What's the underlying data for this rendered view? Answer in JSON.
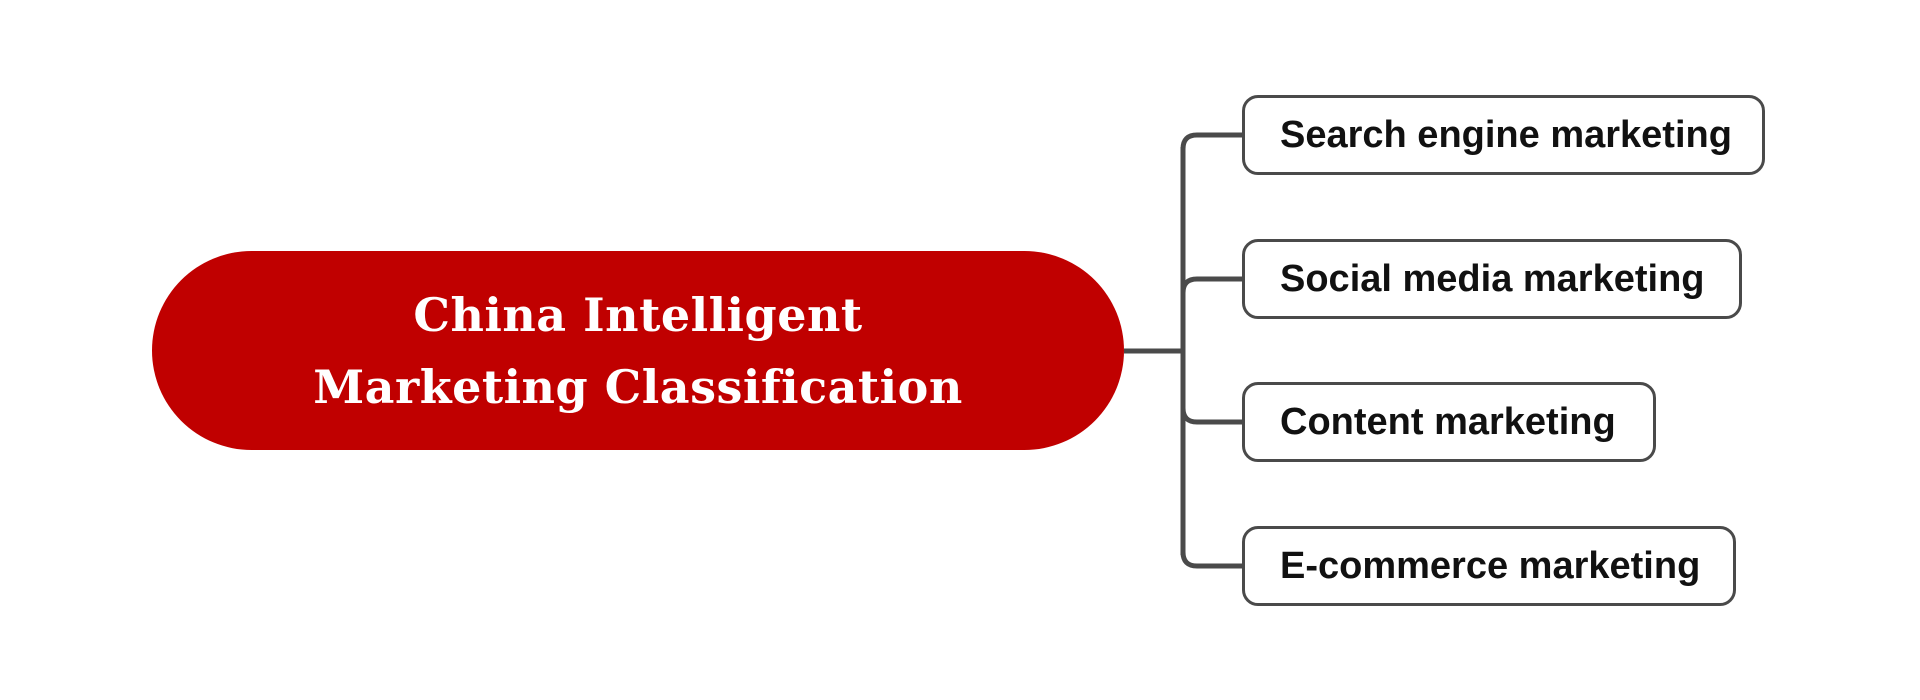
{
  "diagram": {
    "root": {
      "label": "China Intelligent Marketing Classification",
      "color": "#c00000"
    },
    "children": [
      {
        "label": "Search engine marketing"
      },
      {
        "label": "Social media marketing"
      },
      {
        "label": "Content marketing"
      },
      {
        "label": "E-commerce marketing"
      }
    ],
    "connector_color": "#4a4a4a"
  }
}
